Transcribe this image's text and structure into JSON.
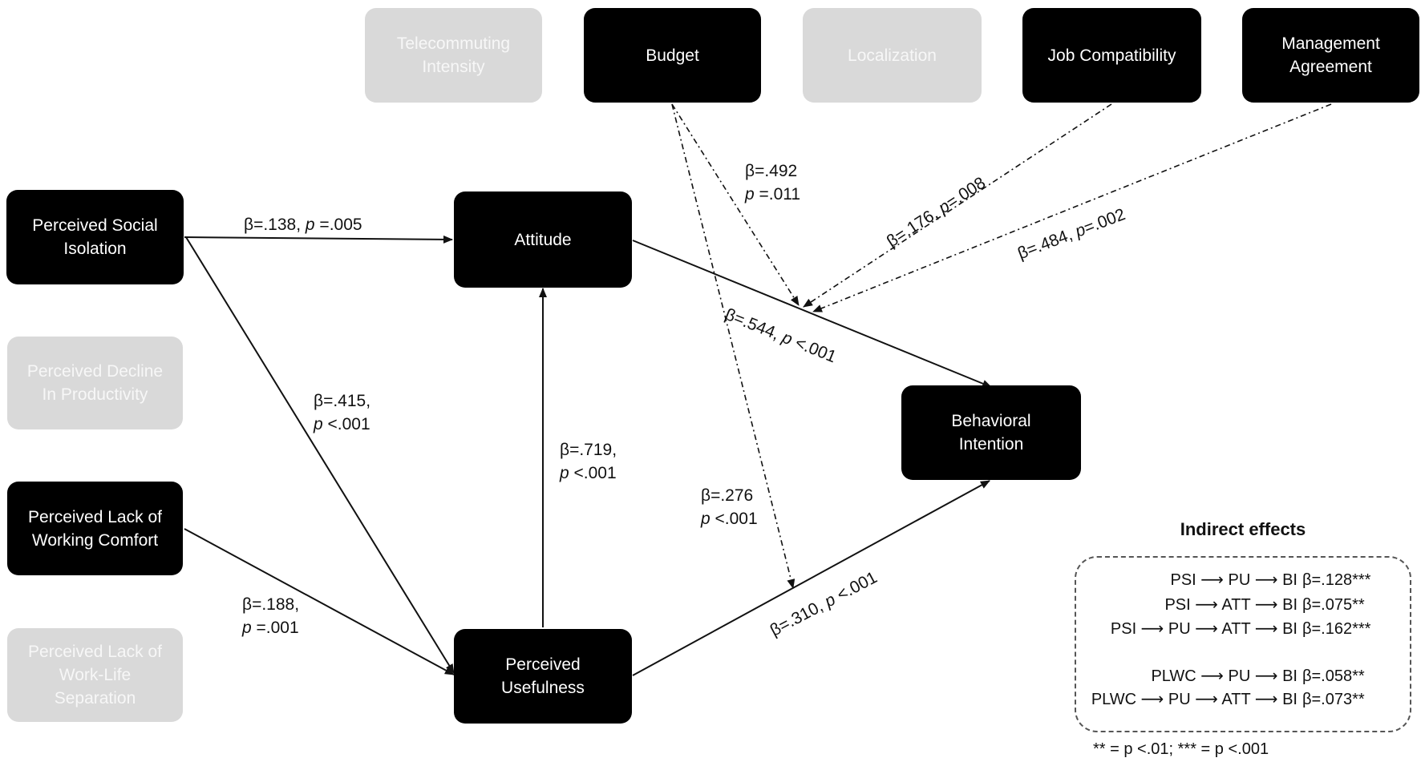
{
  "nodes": {
    "telecommuting_intensity": {
      "label": "Telecommuting\nIntensity",
      "active": false
    },
    "budget": {
      "label": "Budget",
      "active": true
    },
    "localization": {
      "label": "Localization",
      "active": false
    },
    "job_compatibility": {
      "label": "Job Compatibility",
      "active": true
    },
    "management_agreement": {
      "label": "Management\nAgreement",
      "active": true
    },
    "perceived_social_isolation": {
      "label": "Perceived Social\nIsolation",
      "active": true
    },
    "perceived_decline_productivity": {
      "label": "Perceived Decline\nIn Productivity",
      "active": false
    },
    "perceived_lack_working_comfort": {
      "label": "Perceived Lack of\nWorking Comfort",
      "active": true
    },
    "perceived_lack_worklife_separation": {
      "label": "Perceived Lack of\nWork-Life\nSeparation",
      "active": false
    },
    "attitude": {
      "label": "Attitude",
      "active": true
    },
    "perceived_usefulness": {
      "label": "Perceived\nUsefulness",
      "active": true
    },
    "behavioral_intention": {
      "label": "Behavioral\nIntention",
      "active": true
    }
  },
  "paths": {
    "psi_att": {
      "beta": "β=.138,",
      "p_sym": "p",
      "p_val": " =.005"
    },
    "psi_pu": {
      "beta": "β=.415,",
      "p_sym": "p",
      "p_val": " <.001"
    },
    "plwc_pu": {
      "beta": "β=.188,",
      "p_sym": "p",
      "p_val": " =.001"
    },
    "pu_att": {
      "beta": "β=.719,",
      "p_sym": "p",
      "p_val": " <.001"
    },
    "att_bi": {
      "beta": "β=.544,",
      "p_sym": "p",
      "p_val": " <.001"
    },
    "pu_bi": {
      "beta": "β=.310,",
      "p_sym": "p",
      "p_val": " <.001"
    },
    "budget_mod_att_bi": {
      "beta": "β=.492",
      "p_sym": "p",
      "p_val": " =.011"
    },
    "budget_mod_pu_bi": {
      "beta": "β=.276",
      "p_sym": "p",
      "p_val": " <.001"
    },
    "jobcomp_mod": {
      "beta": "β=.176,",
      "p_sym": "p",
      "p_val": "=.008"
    },
    "mgmt_mod": {
      "beta": "β=.484,",
      "p_sym": "p",
      "p_val": "=.002"
    }
  },
  "indirect_effects": {
    "title": "Indirect effects",
    "rows": [
      {
        "path": "PSI ⟶ PU ⟶ BI",
        "beta": "β=.128***"
      },
      {
        "path": "PSI ⟶ ATT ⟶ BI",
        "beta": "β=.075**"
      },
      {
        "path": "PSI ⟶ PU ⟶ ATT ⟶ BI",
        "beta": "β=.162***"
      },
      {
        "path": "PLWC ⟶ PU ⟶ BI",
        "beta": "β=.058**"
      },
      {
        "path": "PLWC ⟶ PU ⟶ ATT ⟶ BI",
        "beta": "β=.073**"
      }
    ],
    "footnote": "** = p <.01; *** = p <.001"
  }
}
